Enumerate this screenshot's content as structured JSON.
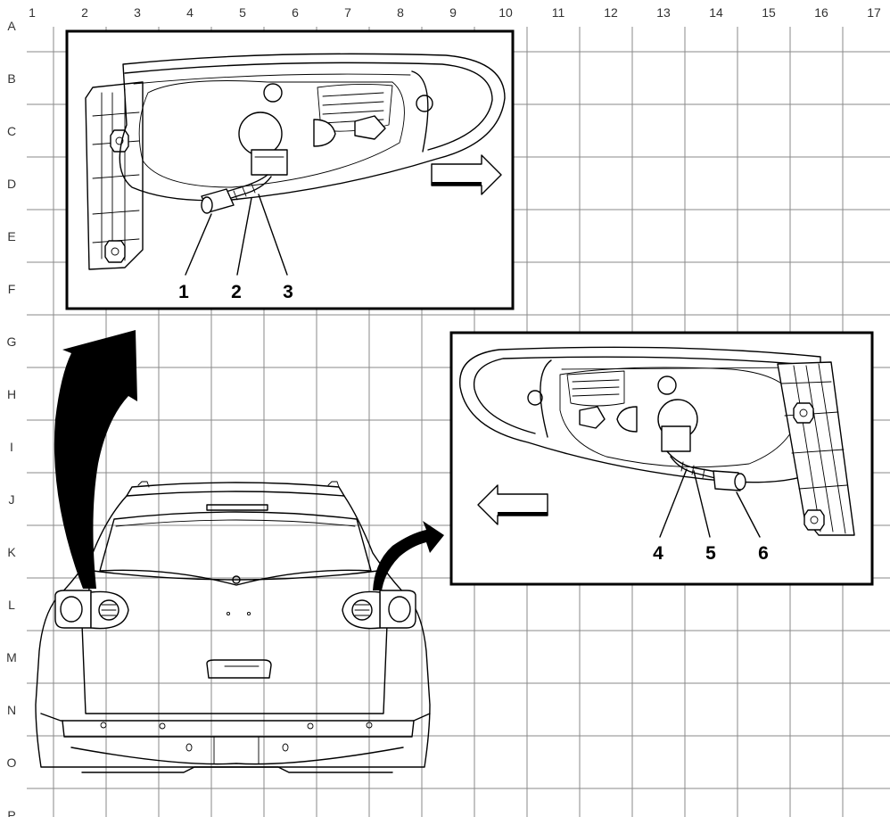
{
  "grid": {
    "columns": [
      "1",
      "2",
      "3",
      "4",
      "5",
      "6",
      "7",
      "8",
      "9",
      "10",
      "11",
      "12",
      "13",
      "14",
      "15",
      "16",
      "17"
    ],
    "rows": [
      "A",
      "B",
      "C",
      "D",
      "E",
      "F",
      "G",
      "H",
      "I",
      "J",
      "K",
      "L",
      "M",
      "N",
      "O",
      "P"
    ]
  },
  "callouts": {
    "left_inset": [
      "1",
      "2",
      "3"
    ],
    "right_inset": [
      "4",
      "5",
      "6"
    ]
  },
  "colors": {
    "ink": "#000000",
    "grid": "#8a8a8a",
    "background": "#ffffff"
  },
  "icons": [
    "curved-arrow-icon",
    "direction-arrow-right-icon",
    "direction-arrow-left-icon"
  ]
}
